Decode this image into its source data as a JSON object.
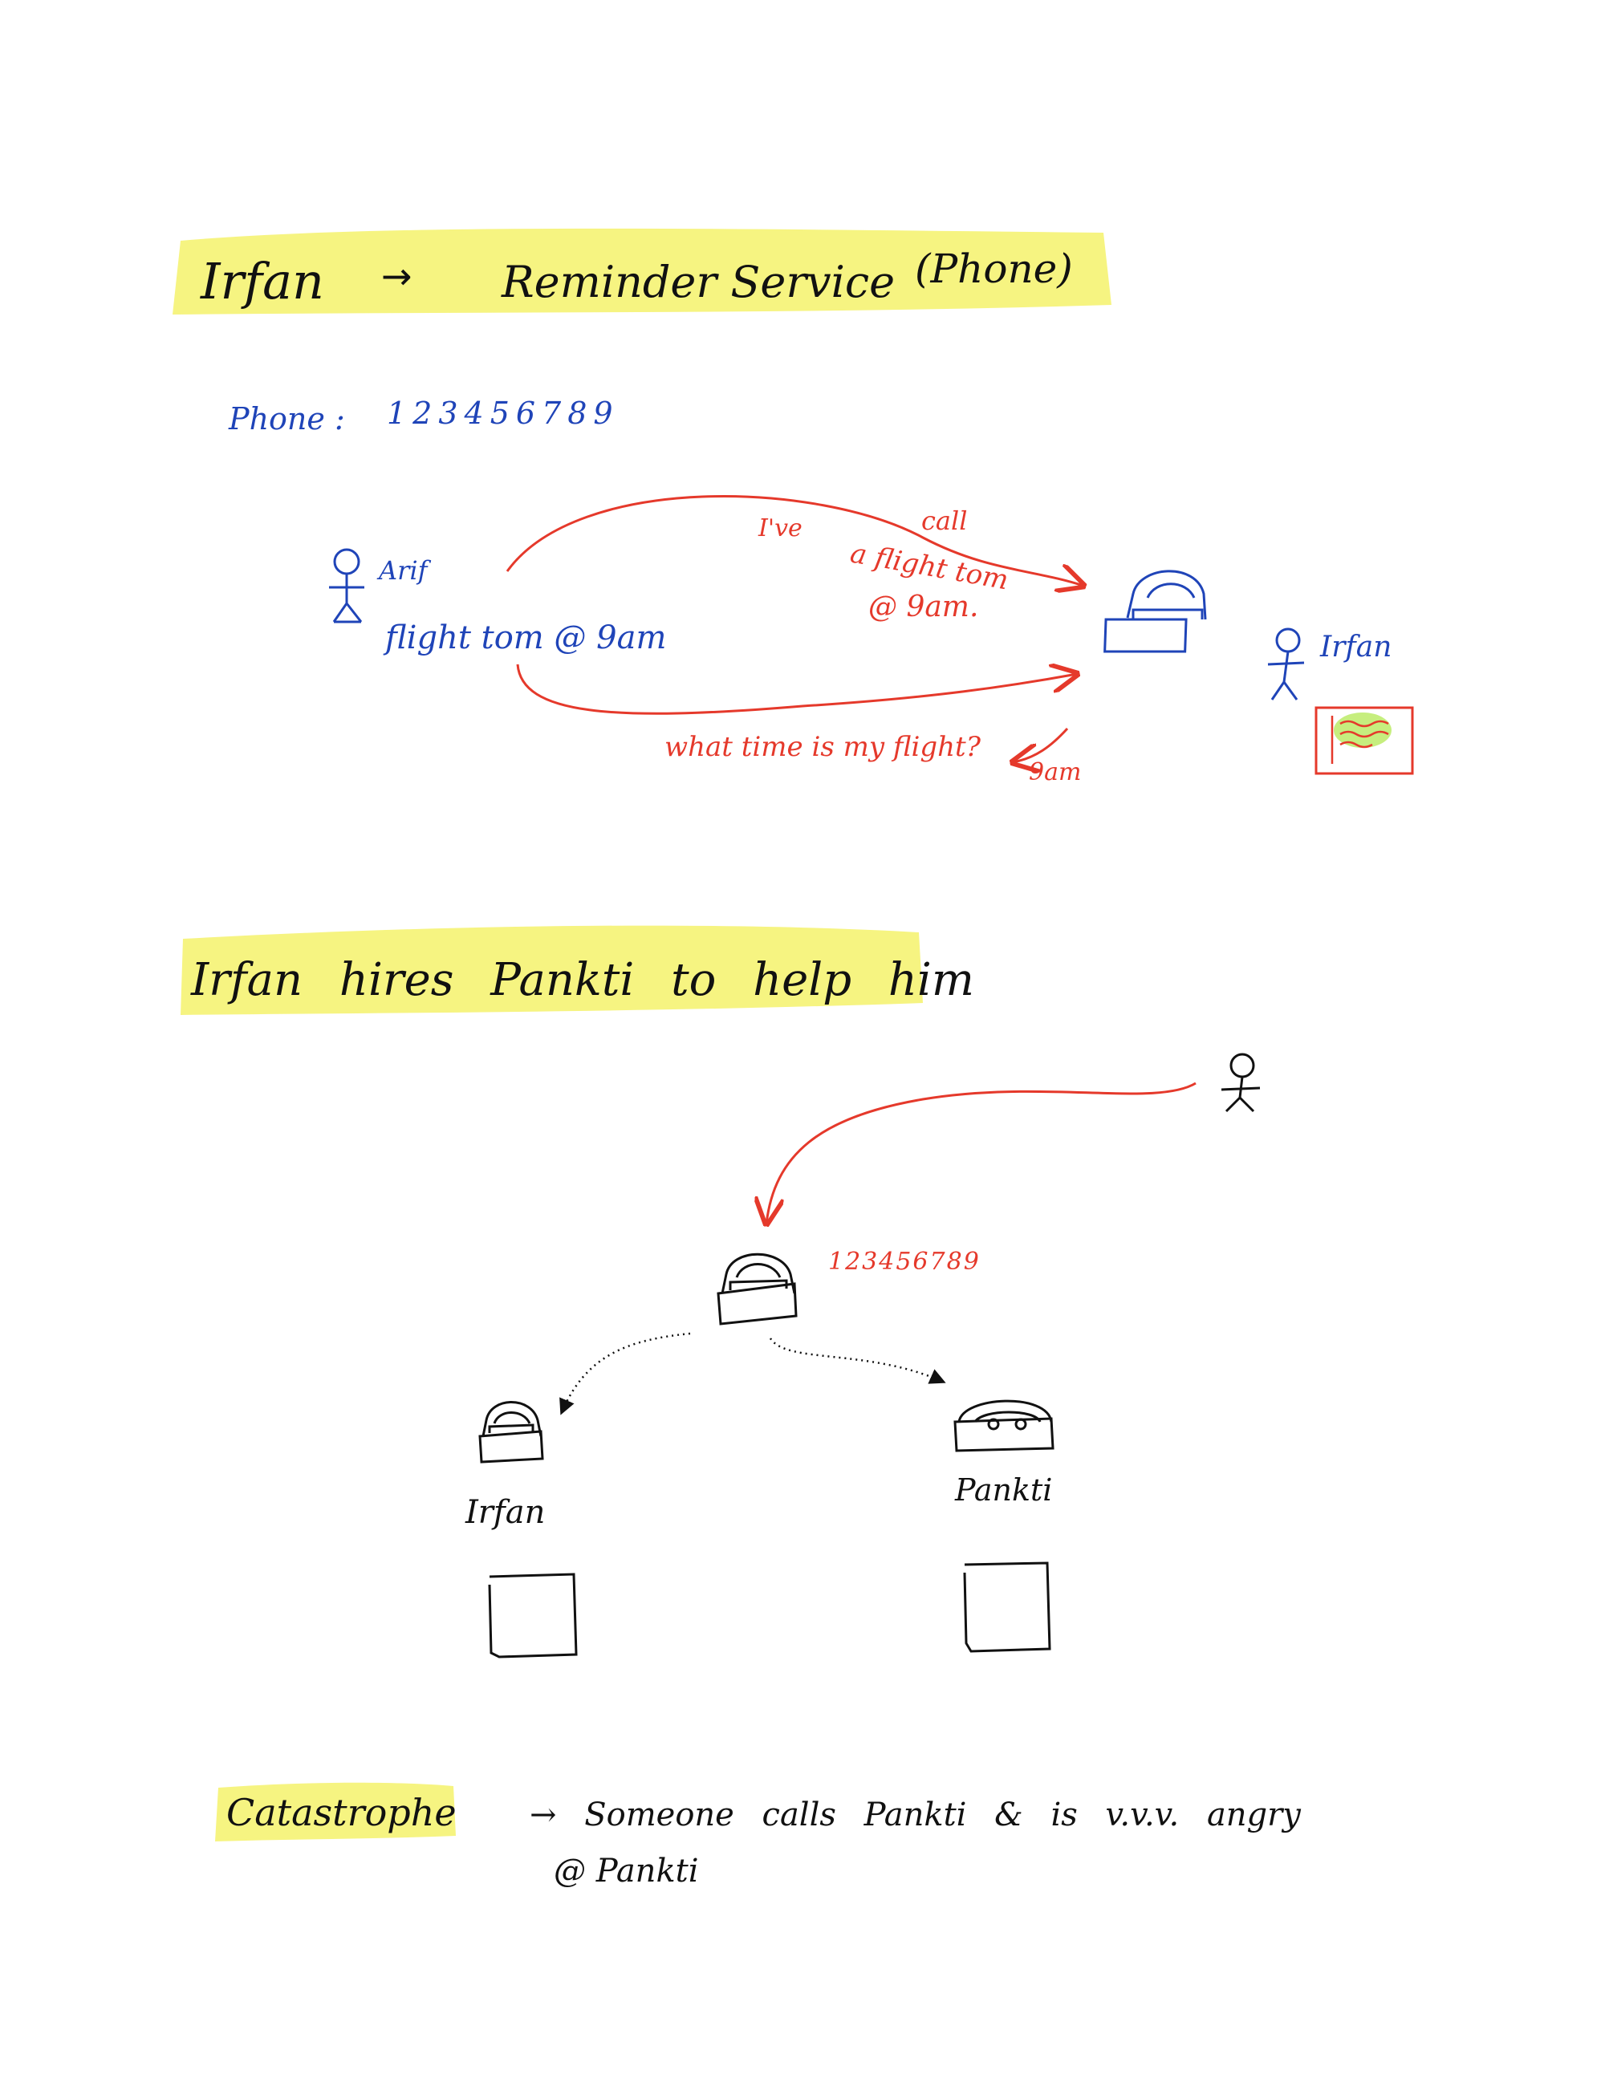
{
  "colors": {
    "black": "#111111",
    "red": "#e5392b",
    "blue": "#1f44b8",
    "highlight": "#f6f37a",
    "green_highlight": "#c6ee7e"
  },
  "section1": {
    "heading_left": "Irfan",
    "heading_arrow": "→",
    "heading_middle": "Reminder Service",
    "heading_right": "(Phone)",
    "phone_label": "Phone :",
    "phone_number": "123456789"
  },
  "scene1": {
    "caller_name": "Arif",
    "caller_note": "flight tom @ 9am",
    "top_arrow_label_1": "I've",
    "top_arrow_label_2": "call",
    "top_arrow_label_3": "a flight tom",
    "top_arrow_label_4": "@ 9am.",
    "bottom_arrow_label": "what time is my flight?",
    "reply_label": "9am",
    "receiver_name": "Irfan",
    "icons": [
      "person-icon",
      "phone-icon",
      "note-icon"
    ]
  },
  "section2": {
    "heading": "Irfan hires Pankti to help him",
    "number_label": "123456789",
    "left_phone_label": "Irfan",
    "right_phone_label": "Pankti"
  },
  "section3": {
    "heading": "Catastrophe",
    "line1": "→ Someone calls Pankti & is v.v.v. angry",
    "line2": "@ Pankti"
  }
}
